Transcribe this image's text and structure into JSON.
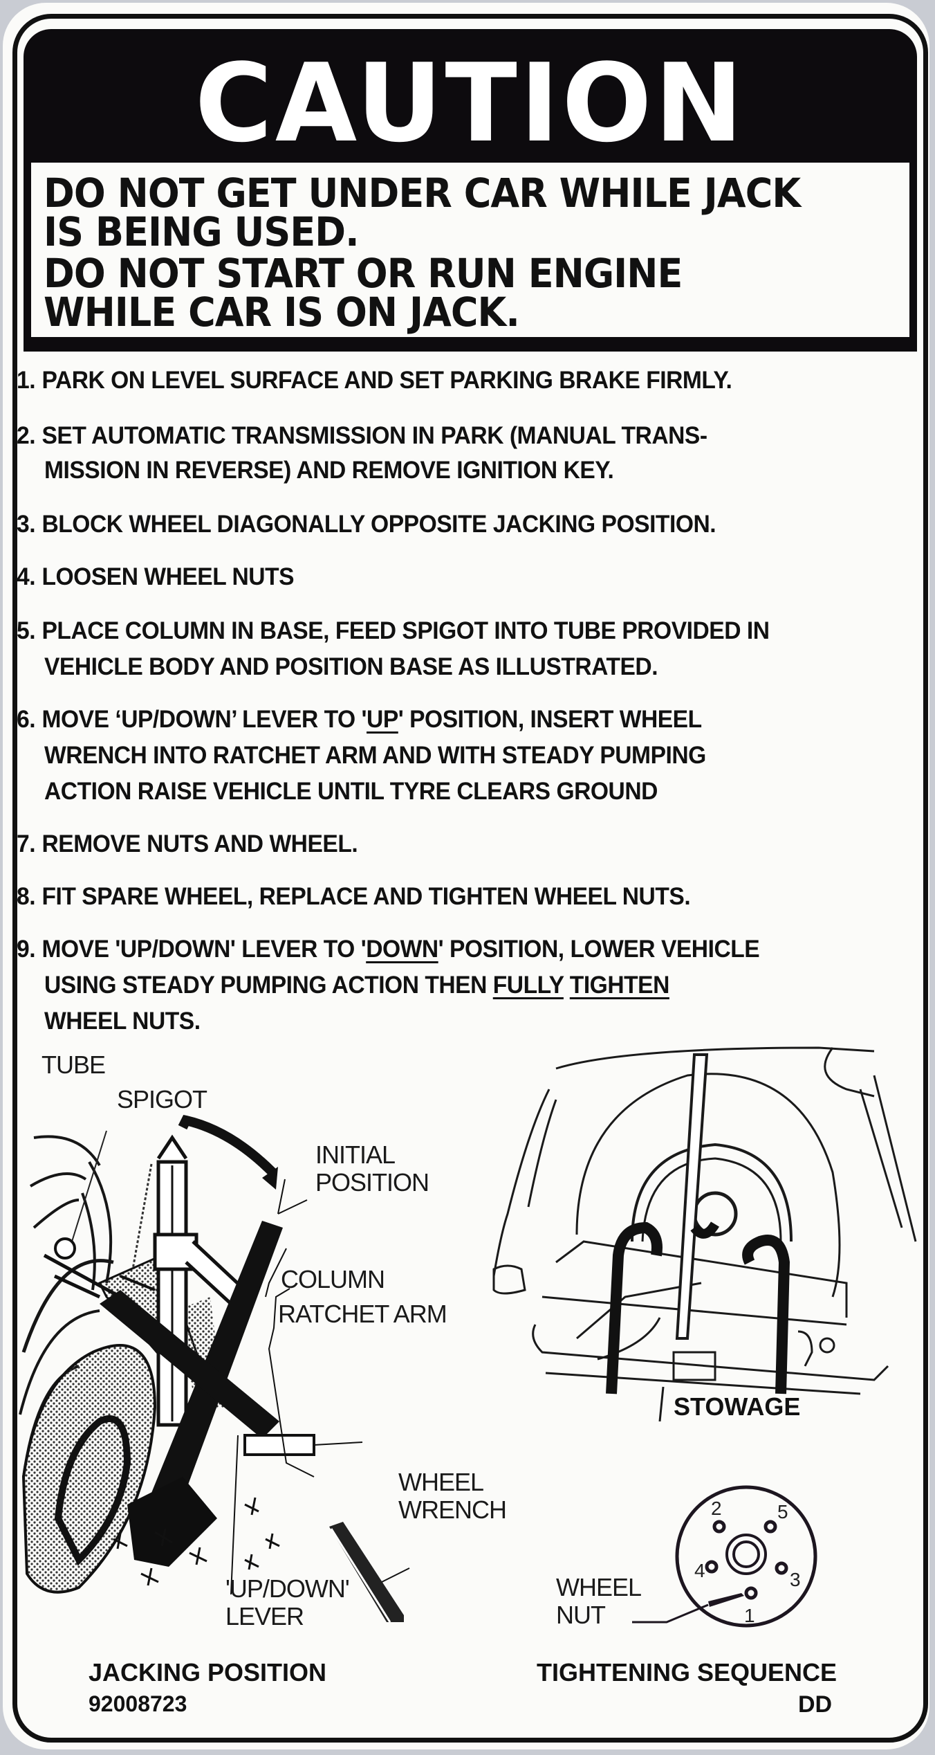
{
  "header": {
    "title": "CAUTION"
  },
  "warning": {
    "lines": [
      "DO NOT  GET UNDER CAR WHILE JACK",
      "IS BEING USED.",
      "DO NOT START OR RUN ENGINE",
      "WHILE CAR IS ON JACK."
    ]
  },
  "steps": [
    {
      "num": "1.",
      "lines": [
        "PARK ON LEVEL SURFACE AND SET PARKING BRAKE FIRMLY."
      ]
    },
    {
      "num": "2.",
      "lines": [
        "SET AUTOMATIC TRANSMISSION IN PARK (MANUAL TRANS-",
        "MISSION IN REVERSE) AND REMOVE IGNITION KEY."
      ]
    },
    {
      "num": "3.",
      "lines": [
        "BLOCK WHEEL DIAGONALLY OPPOSITE JACKING POSITION."
      ]
    },
    {
      "num": "4.",
      "lines": [
        "LOOSEN WHEEL NUTS"
      ]
    },
    {
      "num": "5.",
      "lines": [
        "PLACE COLUMN IN BASE, FEED SPIGOT INTO TUBE PROVIDED IN",
        "VEHICLE BODY AND POSITION BASE AS ILLUSTRATED."
      ]
    },
    {
      "num": "6.",
      "parts": {
        "a": "MOVE ‘UP/DOWN’ LEVER TO '",
        "u1": "UP",
        "b": "' POSITION, INSERT WHEEL"
      },
      "lines": [
        "WRENCH INTO RATCHET ARM AND WITH STEADY PUMPING",
        "ACTION RAISE VEHICLE UNTIL TYRE CLEARS GROUND"
      ]
    },
    {
      "num": "7.",
      "lines": [
        "REMOVE NUTS AND WHEEL."
      ]
    },
    {
      "num": "8.",
      "lines": [
        "FIT SPARE WHEEL, REPLACE AND TIGHTEN WHEEL NUTS."
      ]
    },
    {
      "num": "9.",
      "parts": {
        "a": "MOVE 'UP/DOWN' LEVER TO '",
        "u1": "DOWN",
        "b": "' POSITION, LOWER VEHICLE",
        "c": "USING STEADY PUMPING ACTION THEN ",
        "u2": "FULLY",
        "u3": "TIGHTEN"
      },
      "lines": [
        "WHEEL NUTS."
      ]
    }
  ],
  "illustrations": {
    "jacking": {
      "callouts": {
        "tube": "TUBE",
        "spigot": "SPIGOT",
        "initial_position": [
          "INITIAL",
          "POSITION"
        ],
        "column": "COLUMN",
        "ratchet_arm": "RATCHET ARM",
        "wheel_wrench": [
          "WHEEL",
          "WRENCH"
        ],
        "up_down_lever": [
          "'UP/DOWN'",
          "LEVER"
        ]
      },
      "caption": "JACKING POSITION",
      "part_number": "92008723"
    },
    "stowage": {
      "caption": "STOWAGE"
    },
    "tightening": {
      "callout": [
        "WHEEL",
        "NUT"
      ],
      "sequence": [
        "1",
        "2",
        "3",
        "4",
        "5"
      ],
      "caption": "TIGHTENING SEQUENCE",
      "code": "DD"
    }
  },
  "colors": {
    "ink": "#0d0b0e",
    "paper": "#fbfbf9",
    "background": "#c9ccd3"
  }
}
